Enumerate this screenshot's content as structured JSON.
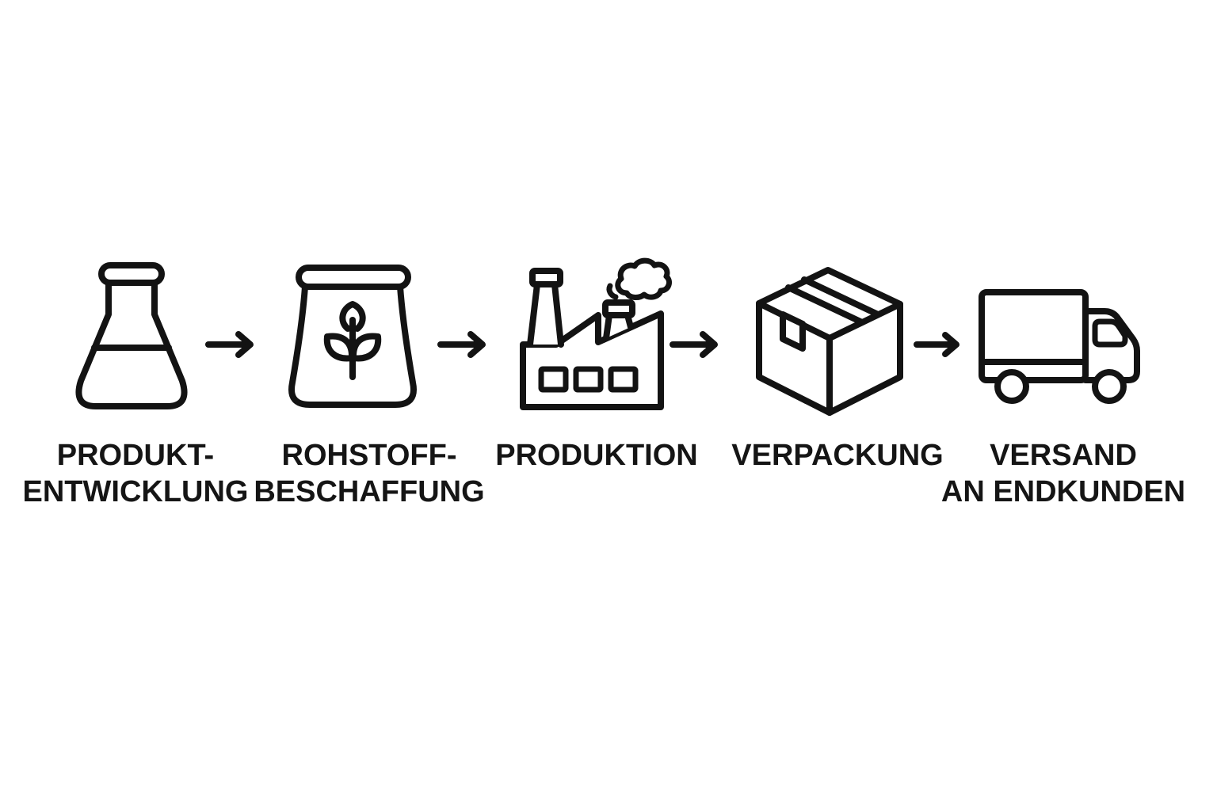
{
  "diagram": {
    "background_color": "#ffffff",
    "line_color": "#131313",
    "text_color": "#151515",
    "arrow_glyph": "→",
    "steps": [
      {
        "icon": "flask-icon",
        "label_lines": [
          "PRODUKT-",
          "ENTWICKLUNG"
        ]
      },
      {
        "icon": "raw-material-bag-icon",
        "label_lines": [
          "ROHSTOFF-",
          "BESCHAFFUNG"
        ]
      },
      {
        "icon": "factory-icon",
        "label_lines": [
          "PRODUKTION"
        ]
      },
      {
        "icon": "package-box-icon",
        "label_lines": [
          "VERPACKUNG"
        ]
      },
      {
        "icon": "delivery-truck-icon",
        "label_lines": [
          "VERSAND",
          "AN ENDKUNDEN"
        ]
      }
    ]
  }
}
